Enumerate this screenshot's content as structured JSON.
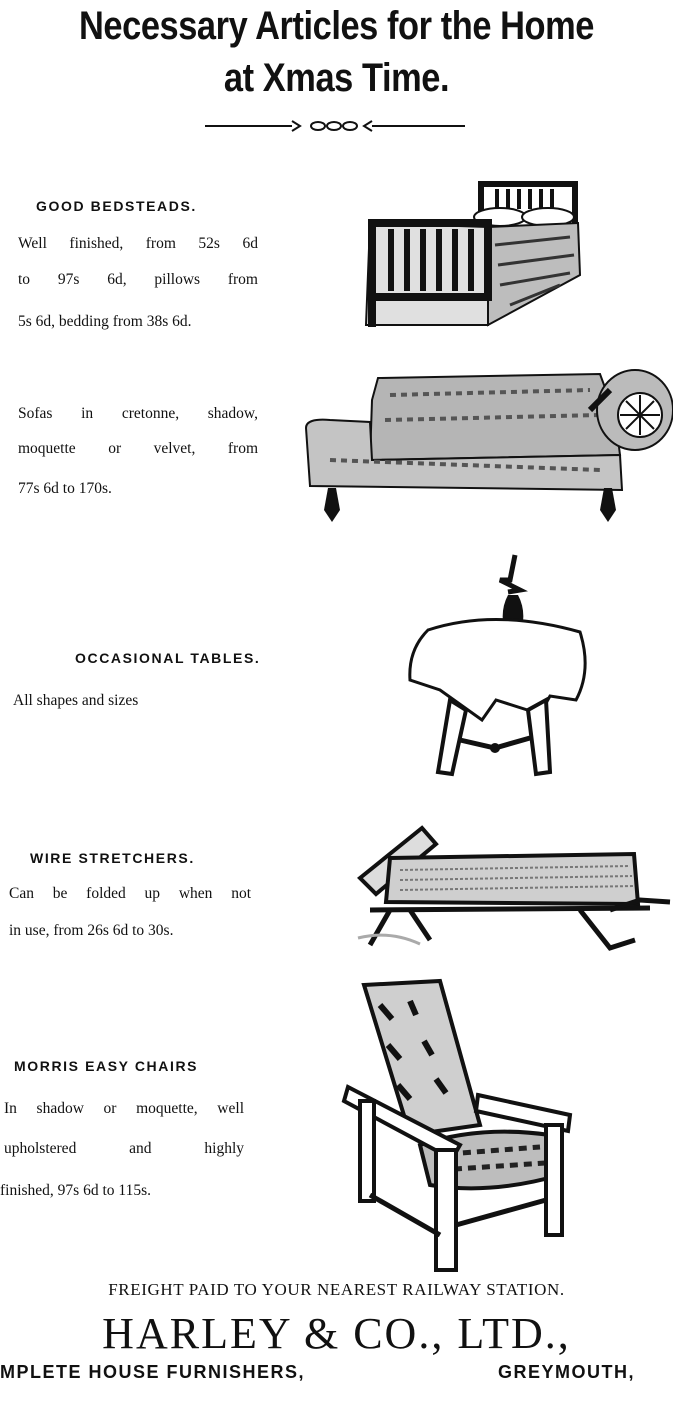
{
  "heading": {
    "line1": "Necessary Articles for the Home",
    "line2": "at  Xmas Time."
  },
  "items": [
    {
      "title": "GOOD BEDSTEADS.",
      "lines": [
        "Well finished, from 52s 6d",
        "to 97s 6d, pillows from",
        "5s 6d, bedding from 38s 6d."
      ]
    },
    {
      "title": "",
      "lines": [
        "Sofas in cretonne, shadow,",
        "moquette or velvet, from",
        "77s 6d to 170s."
      ]
    },
    {
      "title": "OCCASIONAL TABLES.",
      "lines": [
        "All shapes and sizes"
      ]
    },
    {
      "title": "WIRE STRETCHERS.",
      "lines": [
        "Can be folded up when not",
        "in use, from 26s 6d to 30s."
      ]
    },
    {
      "title": "MORRIS EASY CHAIRS",
      "lines": [
        "In shadow or moquette, well",
        "upholstered and highly",
        "finished, 97s 6d to 115s."
      ]
    }
  ],
  "footer": {
    "freight": "FREIGHT PAID TO YOUR NEAREST RAILWAY STATION.",
    "company": "HARLEY & CO., LTD.,",
    "tagline": "MPLETE HOUSE FURNISHERS,",
    "town": "GREYMOUTH,"
  }
}
